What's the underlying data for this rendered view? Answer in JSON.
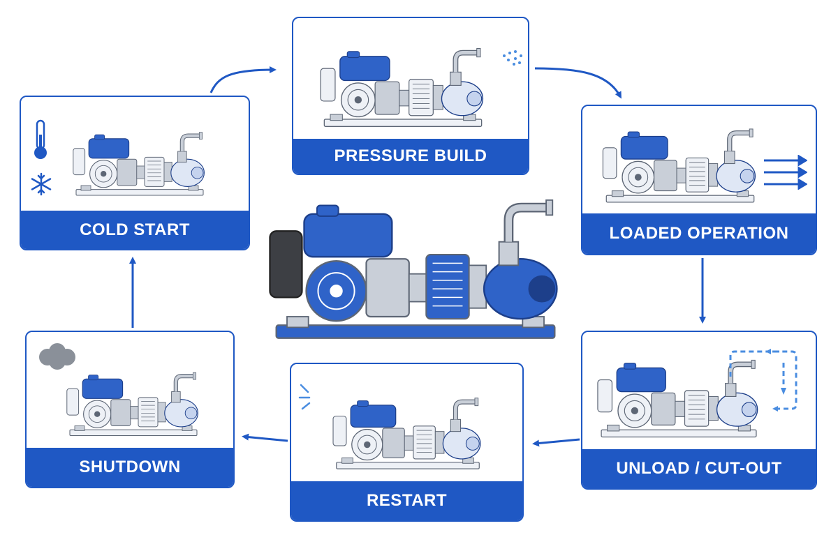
{
  "diagram": {
    "accent_color": "#1f58c4",
    "stages": [
      {
        "id": "cold-start",
        "label": "COLD START",
        "icons": [
          "thermometer-icon",
          "snowflake-icon"
        ]
      },
      {
        "id": "pressure-build",
        "label": "PRESSURE BUILD",
        "icons": [
          "water-spray-icon"
        ]
      },
      {
        "id": "loaded-operation",
        "label": "LOADED OPERATION",
        "icons": [
          "flow-arrows-icon"
        ]
      },
      {
        "id": "unload-cut-out",
        "label": "UNLOAD / CUT-OUT",
        "icons": [
          "recirculation-loop-icon"
        ]
      },
      {
        "id": "restart",
        "label": "RESTART",
        "icons": [
          "spark-lines-icon"
        ]
      },
      {
        "id": "shutdown",
        "label": "SHUTDOWN",
        "icons": [
          "smoke-cloud-icon"
        ]
      }
    ],
    "center_image": "engine-driven-pump-set-image"
  }
}
